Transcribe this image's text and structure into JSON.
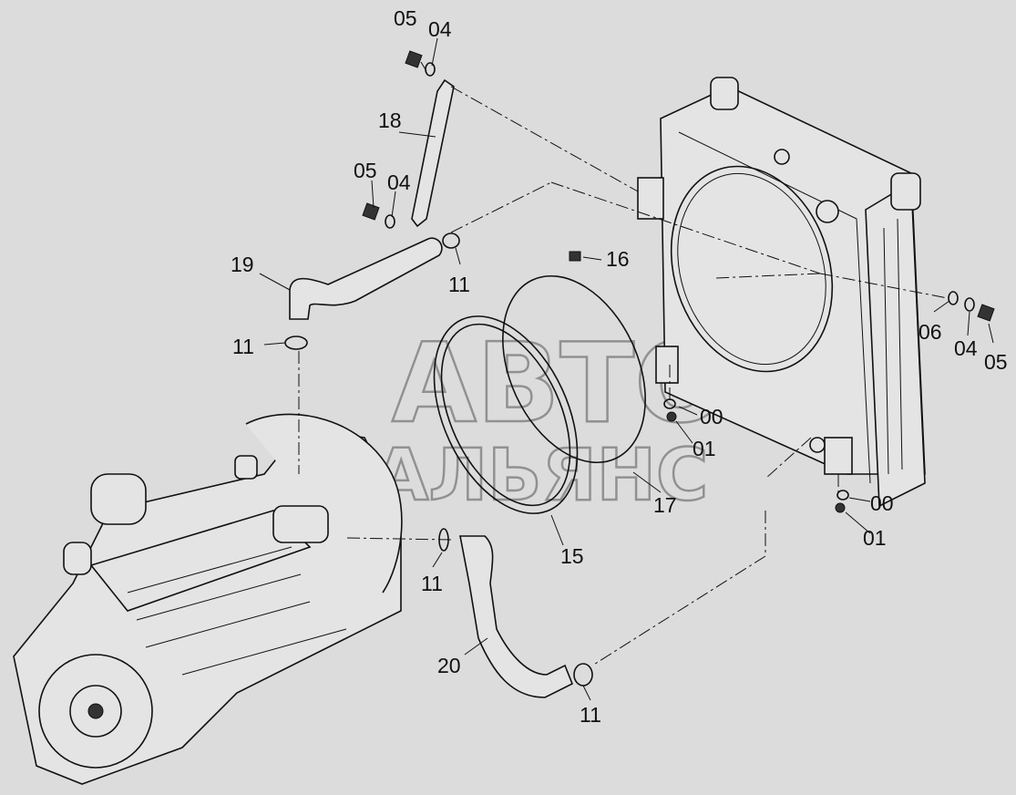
{
  "watermark": {
    "line1": "АВТО",
    "line2": "АЛЬЯНС"
  },
  "callouts": [
    {
      "id": "c-05-top",
      "text": "05"
    },
    {
      "id": "c-04-top",
      "text": "04"
    },
    {
      "id": "c-18",
      "text": "18"
    },
    {
      "id": "c-05-mid",
      "text": "05"
    },
    {
      "id": "c-04-mid",
      "text": "04"
    },
    {
      "id": "c-19",
      "text": "19"
    },
    {
      "id": "c-11-a",
      "text": "11"
    },
    {
      "id": "c-11-b",
      "text": "11"
    },
    {
      "id": "c-16",
      "text": "16"
    },
    {
      "id": "c-06",
      "text": "06"
    },
    {
      "id": "c-04-right",
      "text": "04"
    },
    {
      "id": "c-05-right",
      "text": "05"
    },
    {
      "id": "c-00-a",
      "text": "00"
    },
    {
      "id": "c-01-a",
      "text": "01"
    },
    {
      "id": "c-17",
      "text": "17"
    },
    {
      "id": "c-00-b",
      "text": "00"
    },
    {
      "id": "c-01-b",
      "text": "01"
    },
    {
      "id": "c-15",
      "text": "15"
    },
    {
      "id": "c-11-c",
      "text": "11"
    },
    {
      "id": "c-20",
      "text": "20"
    },
    {
      "id": "c-11-d",
      "text": "11"
    }
  ]
}
